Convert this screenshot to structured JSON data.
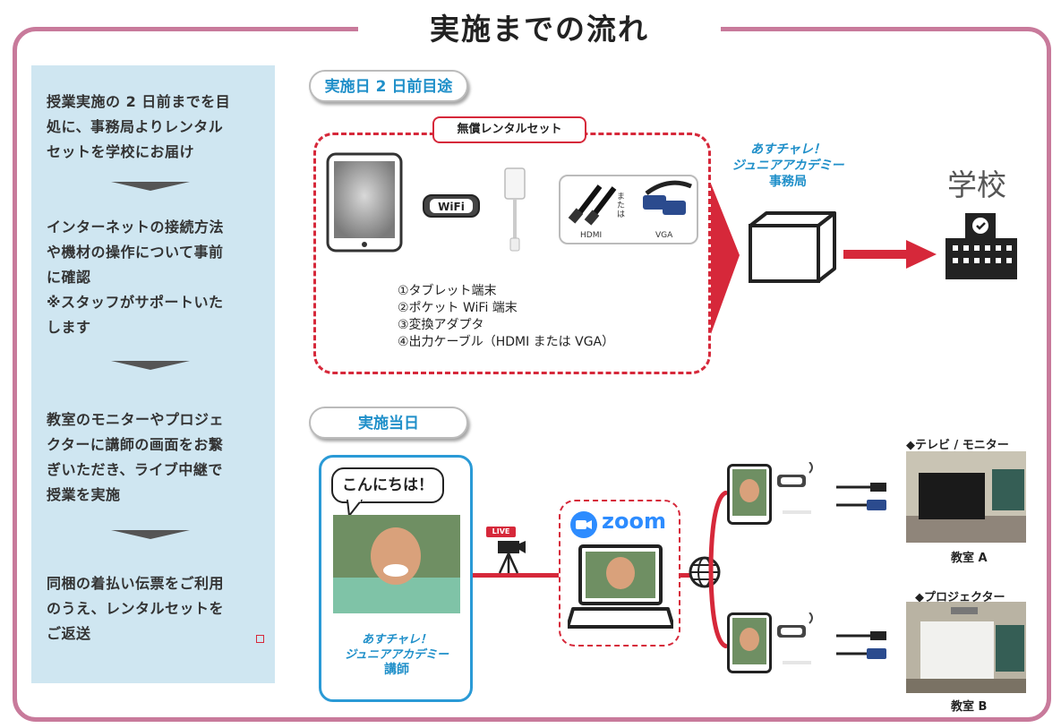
{
  "title": "実施までの流れ",
  "left_steps": [
    [
      "授業実施の 2 日前までを目",
      "処に、事務局よりレンタル",
      "セットを学校にお届け"
    ],
    [
      "インターネットの接続方法",
      "や機材の操作について事前",
      "に確認",
      "※スタッフがサポートいた",
      "します"
    ],
    [
      "教室のモニターやプロジェ",
      "クターに講師の画面をお繋",
      "ぎいただき、ライブ中継で",
      "授業を実施"
    ],
    [
      "同梱の着払い伝票をご利用",
      "のうえ、レンタルセットを",
      "ご返送"
    ]
  ],
  "section1": {
    "pill": "実施日 2 日前目途",
    "rental_label": "無償レンタルセット",
    "items": [
      "①タブレット端末",
      "②ポケット WiFi 端末",
      "③変換アダプタ",
      "④出力ケーブル（HDMI または VGA）"
    ],
    "cable_left": "HDMI",
    "cable_right": "VGA",
    "cable_or": "または",
    "office_lines": [
      "あすチャレ！",
      "ジュニアアカデミー",
      "事務局"
    ],
    "school": "学校",
    "wifi_text": "WiFi"
  },
  "section2": {
    "pill": "実施当日",
    "speech": "こんにちは！",
    "instructor_lines": [
      "あすチャレ！",
      "ジュニアアカデミー",
      "講師"
    ],
    "live": "LIVE",
    "zoom": "zoom",
    "monitor_title": "◆テレビ / モニター",
    "room_a": "教室 A",
    "projector_title": "◆プロジェクター",
    "room_b": "教室 B"
  },
  "colors": {
    "frame": "#c87a9b",
    "accent_red": "#d6283a",
    "blue": "#1f8fc9",
    "panel": "#cfe6f1"
  }
}
